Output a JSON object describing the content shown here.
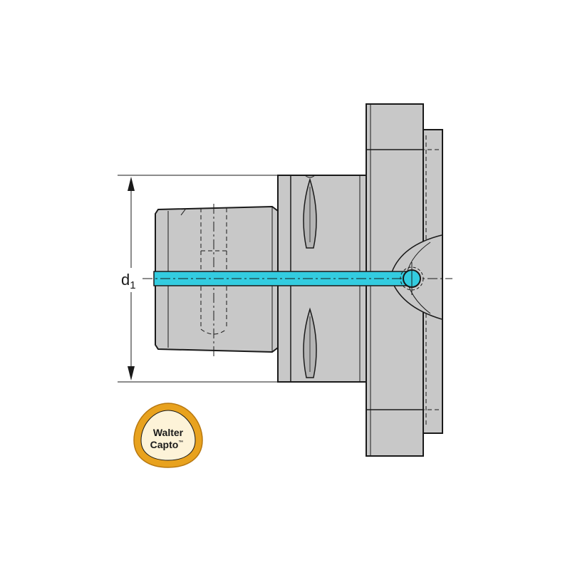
{
  "dimension": {
    "symbol": "d",
    "subscript": "1"
  },
  "logo": {
    "line1": "Walter",
    "line2": "Capto",
    "trademark": "™"
  },
  "colors": {
    "body_fill": "#c8c8c8",
    "outline": "#1a1a1a",
    "coolant": "#33cce0",
    "logo_outer": "#e8a21e",
    "logo_inner": "#fdf3d8"
  }
}
